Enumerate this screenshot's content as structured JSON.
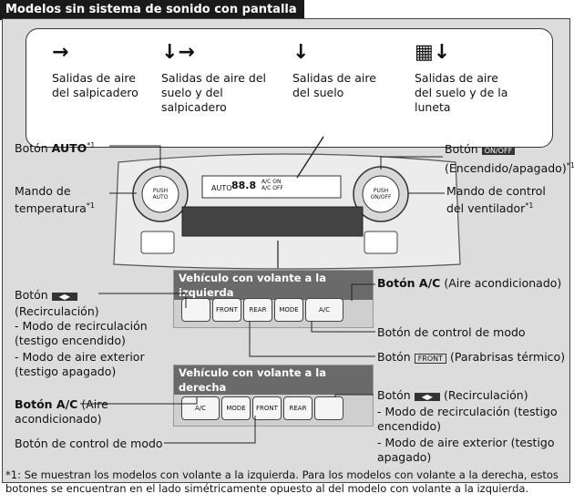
{
  "header": "Modelos sin sistema de sonido con pantalla",
  "modes": [
    {
      "icon": "face-vent-icon",
      "glyph": "→",
      "label": "Salidas de aire del salpicadero"
    },
    {
      "icon": "floor-face-vent-icon",
      "glyph": "↓→",
      "label": "Salidas de aire del suelo y del salpicadero"
    },
    {
      "icon": "floor-vent-icon",
      "glyph": "↓",
      "label": "Salidas de aire del suelo"
    },
    {
      "icon": "floor-defrost-vent-icon",
      "glyph": "▦↓",
      "label": "Salidas de aire del suelo y de la luneta"
    }
  ],
  "labels": {
    "auto_prefix": "Botón ",
    "auto_bold": "AUTO",
    "auto_sup": "*1",
    "temp": "Mando de temperatura",
    "temp_sup": "*1",
    "onoff_prefix": "Botón",
    "onoff_suffix": "(Encendido/apagado)",
    "onoff_sup": "*1",
    "fan": "Mando de control del ventilador",
    "fan_sup": "*1",
    "recirc_btn": "Botón",
    "recirc_paren": "(Recirculación)",
    "recirc_on": "- Modo de recirculación (testigo encendido)",
    "recirc_off": "- Modo de aire exterior (testigo apagado)",
    "ac_top_bold": "Botón A/C",
    "ac_top_rest": " (Aire acondicionado)",
    "mode_ctrl_top": "Botón de control de modo",
    "defrost_prefix": "Botón",
    "defrost_suffix": "(Parabrisas térmico)",
    "ac_bottom_bold": "Botón A/C",
    "ac_bottom_rest": " (Aire acondicionado)",
    "mode_ctrl_bottom": "Botón de control de modo",
    "recirc2_prefix": "Botón",
    "recirc2_suffix": "(Recirculación)",
    "recirc2_on": "- Modo de recirculación (testigo encendido)",
    "recirc2_off": "- Modo de aire exterior (testigo apagado)"
  },
  "subpanels": {
    "lhd": "Vehículo con volante a la izquierda",
    "rhd": "Vehículo con volante a la derecha"
  },
  "buttons_lhd": [
    "",
    "FRONT",
    "REAR",
    "MODE",
    "A/C"
  ],
  "buttons_rhd": [
    "A/C",
    "MODE",
    "FRONT",
    "REAR",
    ""
  ],
  "display": {
    "auto": "AUTO",
    "temp": "88.8",
    "ac": "A/C ON A/C OFF"
  },
  "knob_left": "PUSH AUTO",
  "knob_right": "PUSH ON/OFF",
  "footnote": "*1: Se muestran los modelos con volante a la izquierda. Para los modelos con volante a la derecha, estos botones se encuentran en el lado simétricamente opuesto al del modelo con volante a la izquierda."
}
